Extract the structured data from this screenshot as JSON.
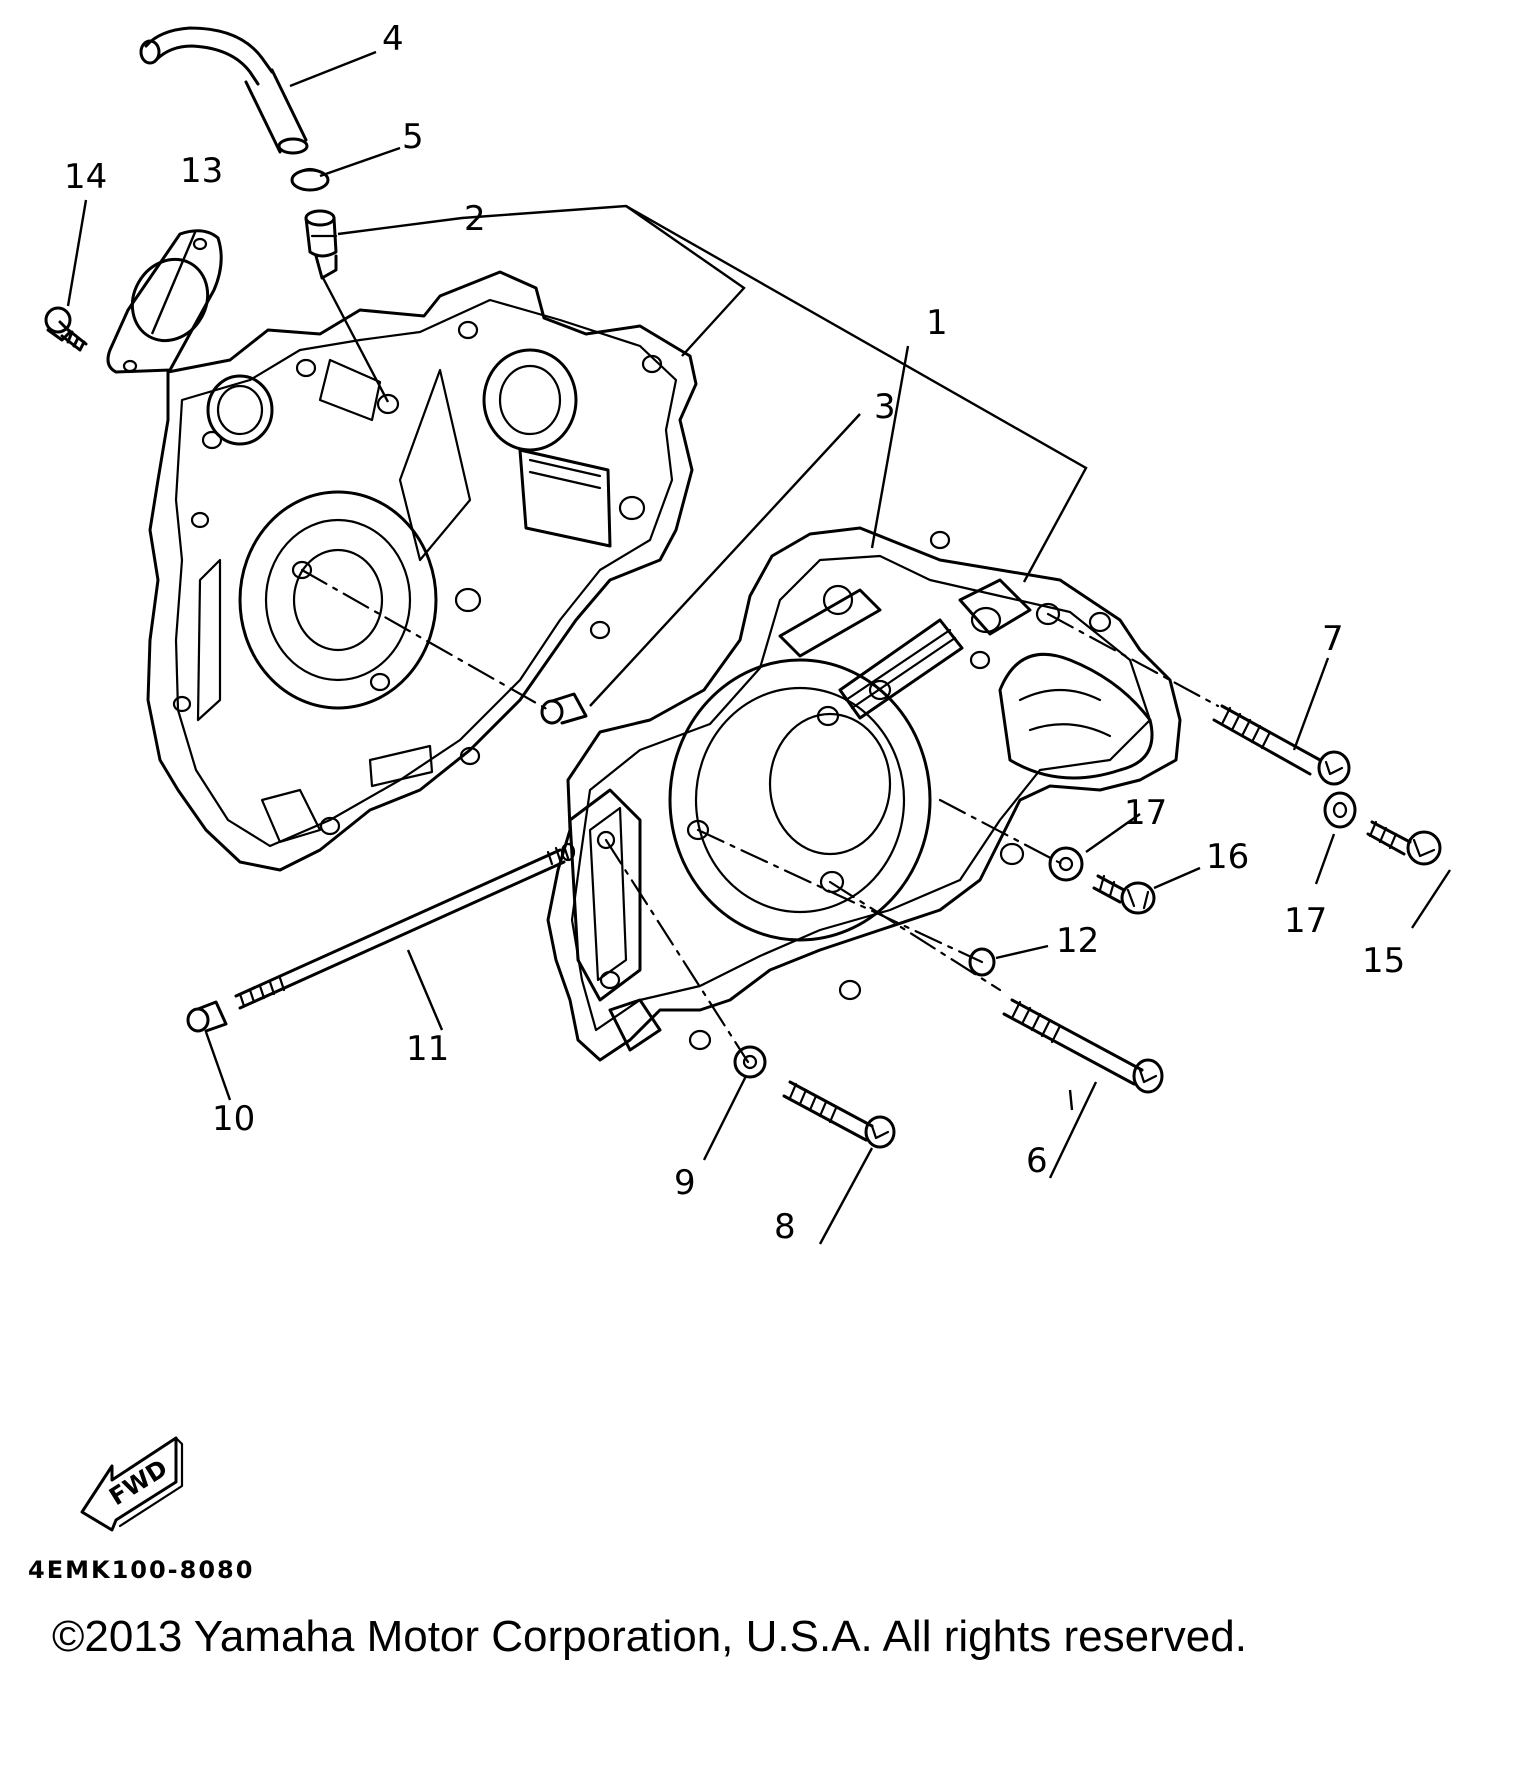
{
  "callouts": {
    "c1": "1",
    "c2": "2",
    "c3": "3",
    "c4": "4",
    "c5": "5",
    "c6": "6",
    "c7": "7",
    "c8": "8",
    "c9": "9",
    "c10": "10",
    "c11": "11",
    "c12": "12",
    "c13": "13",
    "c14": "14",
    "c15": "15",
    "c16": "16",
    "c17a": "17",
    "c17b": "17"
  },
  "fwd_label": "FWD",
  "part_code": "4EMK100-8080",
  "copyright": "©2013 Yamaha Motor Corporation, U.S.A. All rights reserved."
}
